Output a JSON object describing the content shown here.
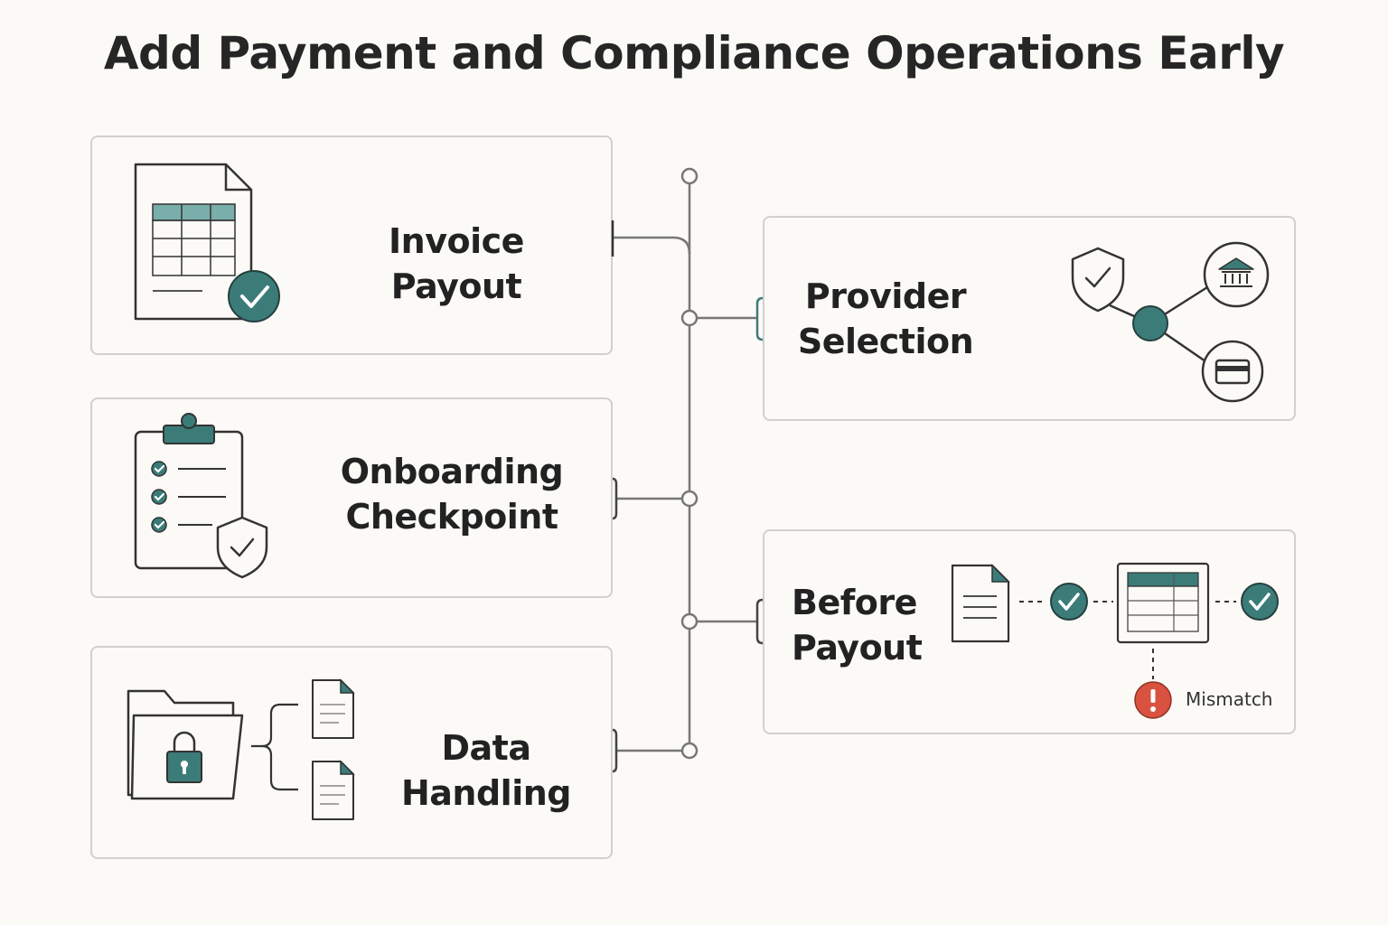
{
  "title": "Add Payment and Compliance Operations Early",
  "colors": {
    "accent": "#3b7c79",
    "accent_light": "#79aeab",
    "line": "#777777",
    "alert": "#d9523f",
    "card_border": "#d2d0cc"
  },
  "cards": {
    "invoice_payout": {
      "label": "Invoice Payout",
      "icon": "invoice-spreadsheet-check-icon"
    },
    "onboarding_checkpoint": {
      "line1": "Onboarding",
      "line2": "Checkpoint",
      "icon": "clipboard-checklist-shield-icon"
    },
    "data_handling": {
      "label": "Data Handling",
      "icon": "locked-folder-documents-icon"
    },
    "provider_selection": {
      "line1": "Provider",
      "line2": "Selection",
      "icon": "shield-bank-card-network-icon"
    },
    "before_payout": {
      "line1": "Before",
      "line2": "Payout",
      "mismatch_label": "Mismatch",
      "icon": "document-reconciliation-icon"
    }
  }
}
